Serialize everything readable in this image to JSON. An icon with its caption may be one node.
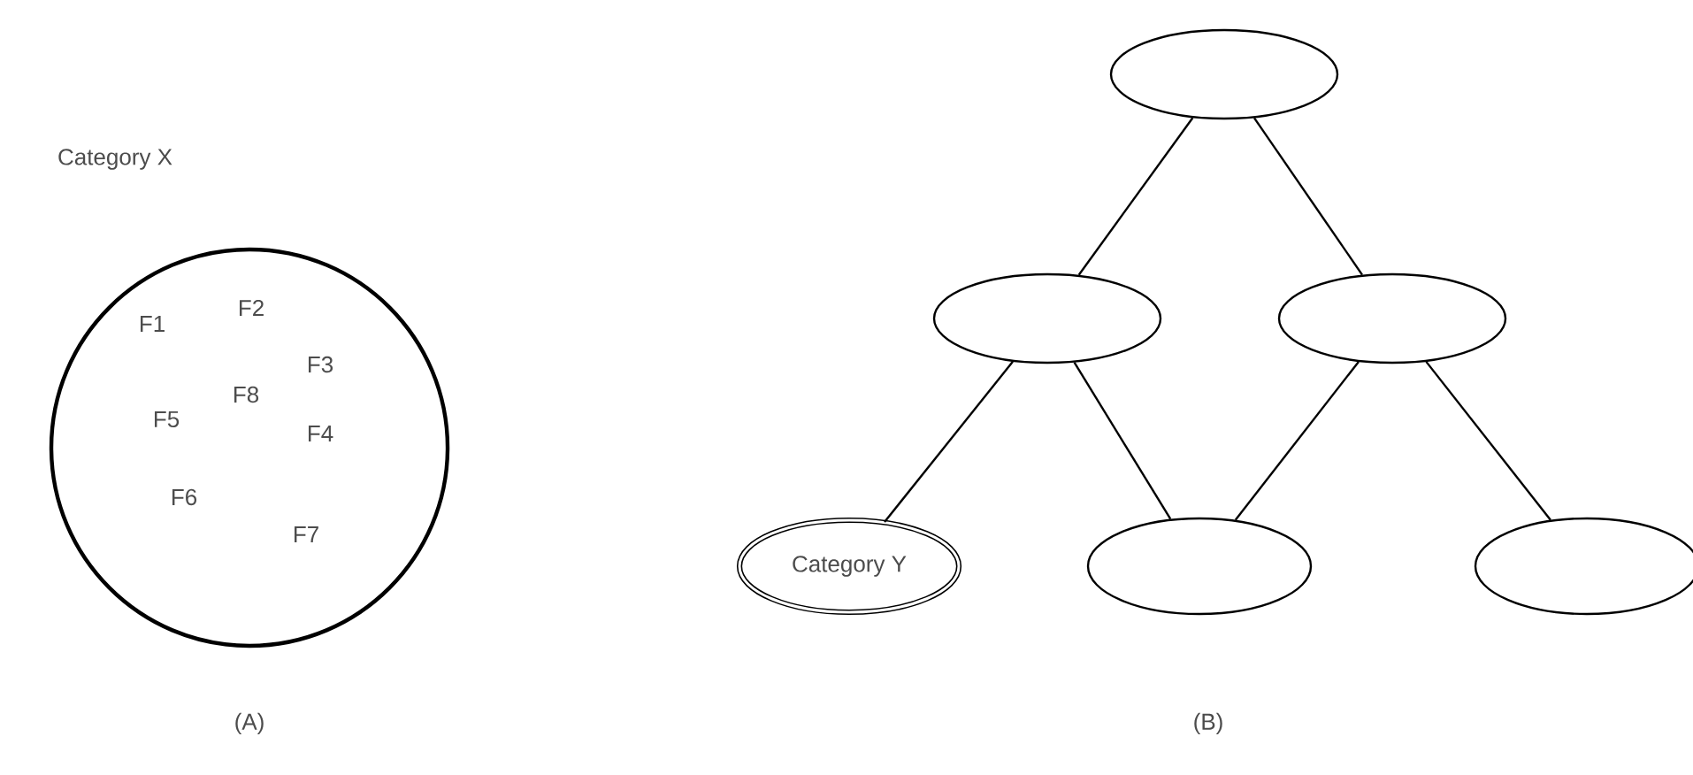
{
  "diagram": {
    "nodes": [
      {
        "text": [
          "Category X",
          "F1",
          "F2",
          "F3",
          "F8",
          "F5",
          "F4",
          "F6",
          "F7"
        ]
      },
      {
        "text": [],
        "shape": "ellipse"
      },
      {
        "text": [],
        "shape": "ellipse"
      },
      {
        "text": [],
        "shape": "ellipse"
      },
      {
        "text": [
          "Category Y"
        ]
      },
      {
        "text": [],
        "shape": "ellipse"
      },
      {
        "text": [],
        "shape": "ellipse"
      }
    ],
    "edges": [
      {
        "from": 1,
        "to": 2,
        "arrow": "none"
      },
      {
        "from": 1,
        "to": 3,
        "arrow": "none"
      },
      {
        "from": 2,
        "to": 4,
        "arrow": "none"
      },
      {
        "from": 2,
        "to": 5,
        "arrow": "none"
      },
      {
        "from": 3,
        "to": 5,
        "arrow": "none"
      },
      {
        "from": 3,
        "to": 6,
        "arrow": "none"
      }
    ],
    "labels": [
      "(A)",
      "(B)"
    ]
  }
}
